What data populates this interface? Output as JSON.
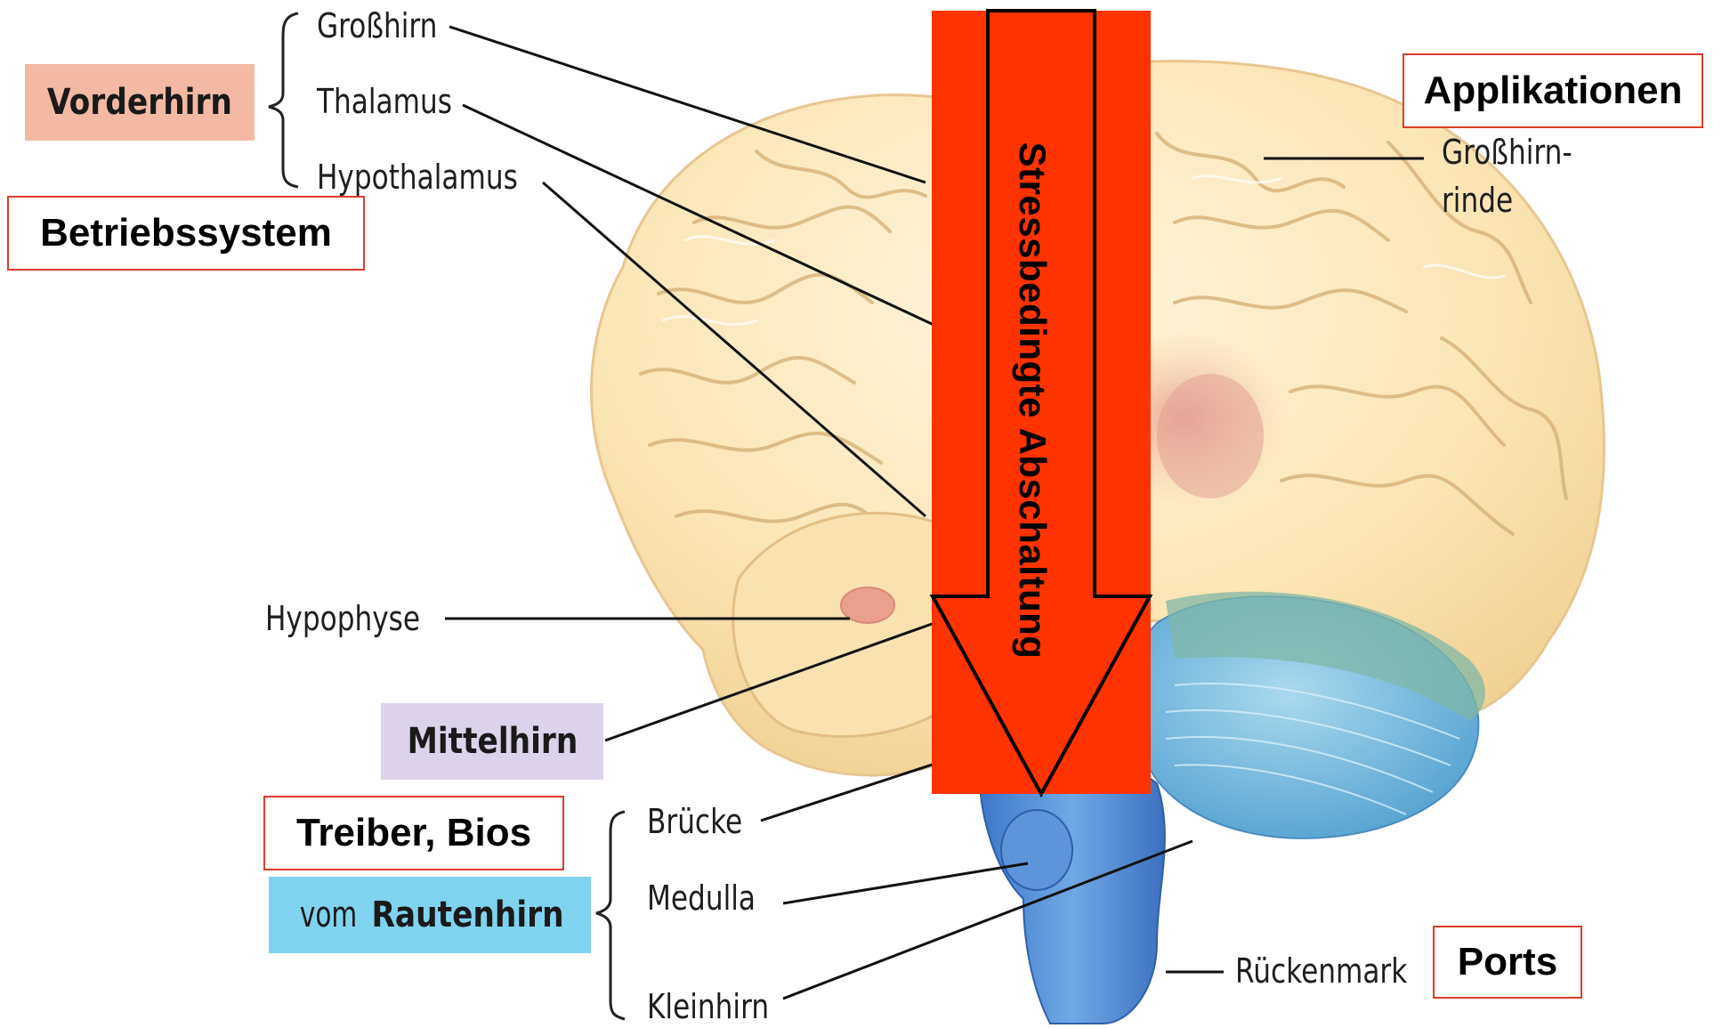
{
  "labels": {
    "grosshirn": "Großhirn",
    "thalamus": "Thalamus",
    "hypothalamus": "Hypothalamus",
    "hypophyse": "Hypophyse",
    "bruecke": "Brücke",
    "medulla": "Medulla",
    "kleinhirn": "Kleinhirn",
    "grosshirnrinde_line1": "Großhirn-",
    "grosshirnrinde_line2": "rinde",
    "rueckenmark": "Rückenmark"
  },
  "regions": {
    "vorderhirn": "Vorderhirn",
    "mittelhirn": "Mittelhirn",
    "rautenhirn_prefix": "vom",
    "rautenhirn": "Rautenhirn"
  },
  "annotations": {
    "betriebssystem": "Betriebssystem",
    "applikationen": "Applikationen",
    "treiber": "Treiber, Bios",
    "ports": "Ports"
  },
  "arrow": {
    "text": "Stressbedingte Abschaltung"
  },
  "colors": {
    "vorderhirn_bg": "#f3b9a2",
    "mittelhirn_bg": "#dcd3ea",
    "rautenhirn_bg": "#7fd3ee",
    "arrow_fill": "#ff3300",
    "box_border": "#e03c2c"
  }
}
